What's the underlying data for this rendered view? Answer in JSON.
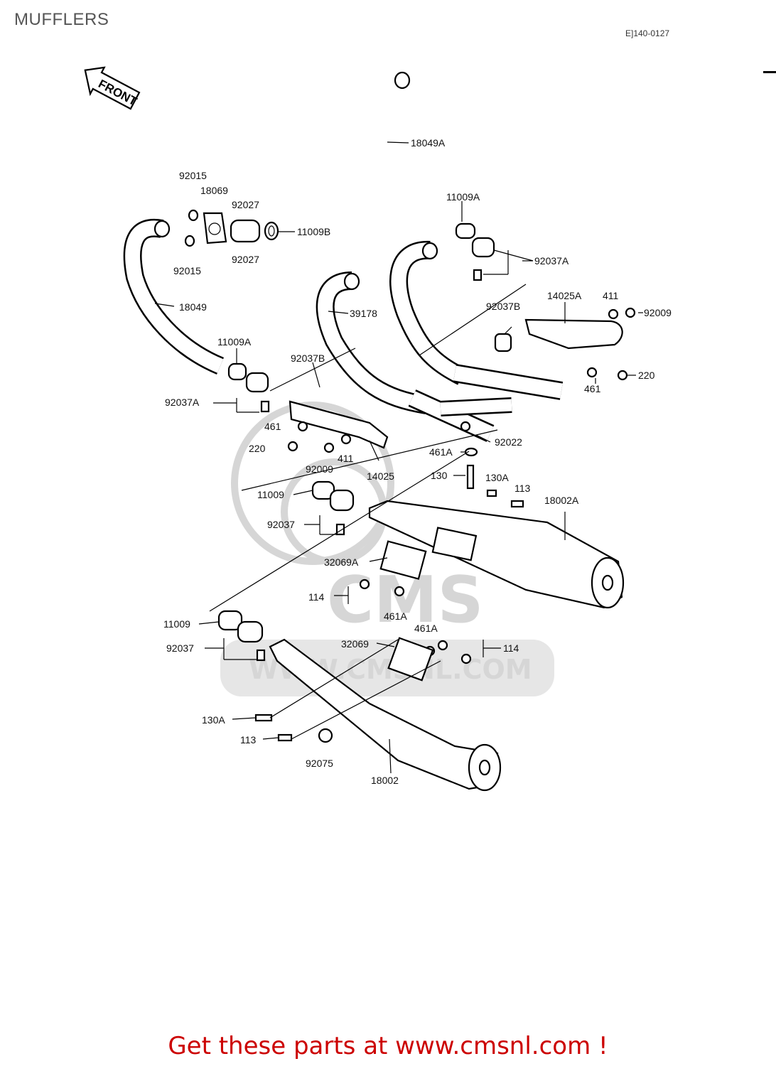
{
  "page": {
    "title": "MUFFLERS",
    "diagram_code": "E]140-0127",
    "footer_cta": "Get these parts at www.cmsnl.com !"
  },
  "front_arrow": {
    "text": "FRONT"
  },
  "watermark": {
    "logo_text": "CMS",
    "url_text": "WWW.CMSNL.COM"
  },
  "callouts": [
    "92015",
    "18069",
    "92027",
    "11009B",
    "92027",
    "92015",
    "18049",
    "18049A",
    "11009A",
    "92037A",
    "14025A",
    "411",
    "92009",
    "92037B",
    "39178",
    "11009A",
    "92037B",
    "220",
    "461",
    "92037A",
    "461",
    "220",
    "92009",
    "411",
    "14025",
    "92022",
    "461A",
    "130",
    "130A",
    "113",
    "18002A",
    "11009",
    "92037",
    "32069A",
    "114",
    "461A",
    "11009",
    "32069",
    "461A",
    "114",
    "92037",
    "130A",
    "113",
    "92075",
    "18002"
  ]
}
